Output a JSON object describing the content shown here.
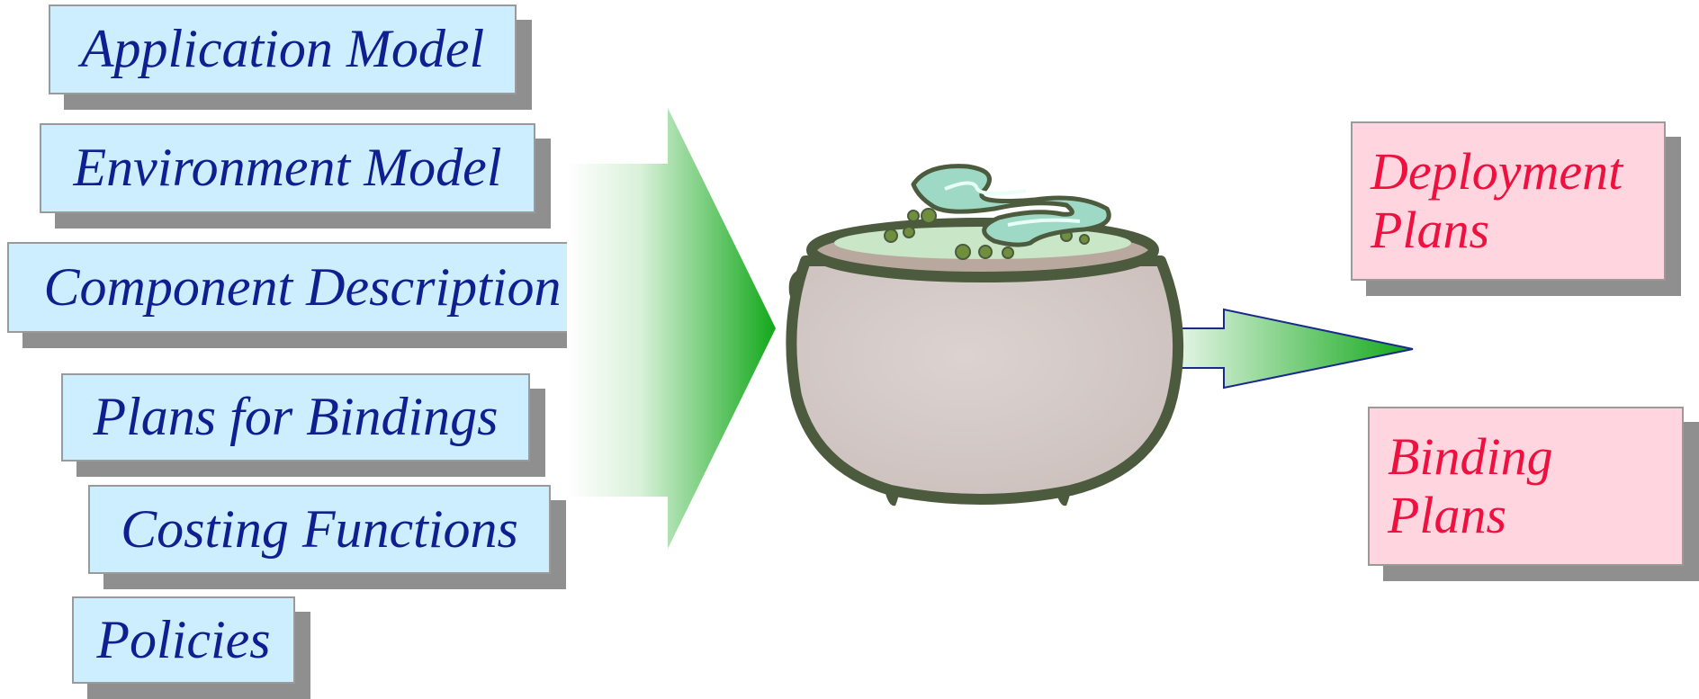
{
  "inputs": [
    {
      "label": "Application Model"
    },
    {
      "label": "Environment Model"
    },
    {
      "label": "Component Description"
    },
    {
      "label": "Plans for Bindings"
    },
    {
      "label": "Costing Functions"
    },
    {
      "label": "Policies"
    }
  ],
  "outputs": [
    {
      "line1": "Deployment",
      "line2": "Plans"
    },
    {
      "line1": "Binding",
      "line2": "Plans"
    }
  ],
  "colors": {
    "input_fill": "#cdeeff",
    "input_text": "#0f1f8f",
    "output_fill": "#ffd6df",
    "output_text": "#ee1140",
    "arrow_green": "#12a81a",
    "shadow": "#8f8f8f"
  },
  "icons": {
    "center": "cauldron-icon"
  }
}
